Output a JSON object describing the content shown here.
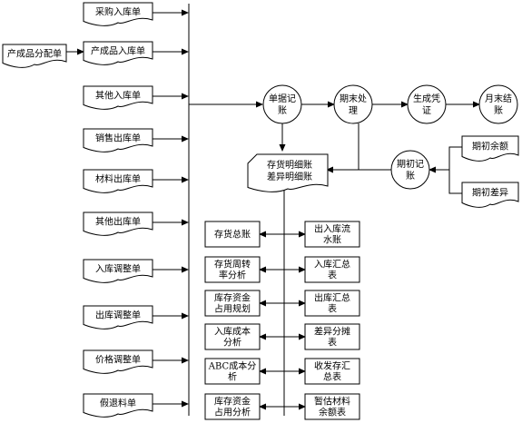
{
  "source_doc": "产成品分配单",
  "left_docs": [
    "采购入库单",
    "产成品入库单",
    "其他入库单",
    "销售出库单",
    "材料出库单",
    "其他出库单",
    "入库调整单",
    "出库调整单",
    "价格调整单",
    "假退料单"
  ],
  "process_nodes": [
    {
      "id": "bookkeeping",
      "label": [
        "单据记",
        "账"
      ]
    },
    {
      "id": "period-end",
      "label": [
        "期末处",
        "理"
      ]
    },
    {
      "id": "voucher",
      "label": [
        "生成凭",
        "证"
      ]
    },
    {
      "id": "month-close",
      "label": [
        "月末结",
        "账"
      ]
    },
    {
      "id": "opening",
      "label": [
        "期初记",
        "账"
      ]
    }
  ],
  "opening_docs": [
    "期初余额",
    "期初差异"
  ],
  "ledger_doc": [
    "存货明细账",
    "差异明细账"
  ],
  "reports_left": [
    [
      "存货总账"
    ],
    [
      "存货周转",
      "率分析"
    ],
    [
      "库存资金",
      "占用规划"
    ],
    [
      "入库成本",
      "分析"
    ],
    [
      "ABC成本分",
      "析"
    ],
    [
      "库存资金",
      "占用分析"
    ]
  ],
  "reports_right": [
    [
      "出入库流",
      "水账"
    ],
    [
      "入库汇总",
      "表"
    ],
    [
      "出库汇总",
      "表"
    ],
    [
      "差异分摊",
      "表"
    ],
    [
      "收发存汇",
      "总表"
    ],
    [
      "暂估材料",
      "余额表"
    ]
  ]
}
